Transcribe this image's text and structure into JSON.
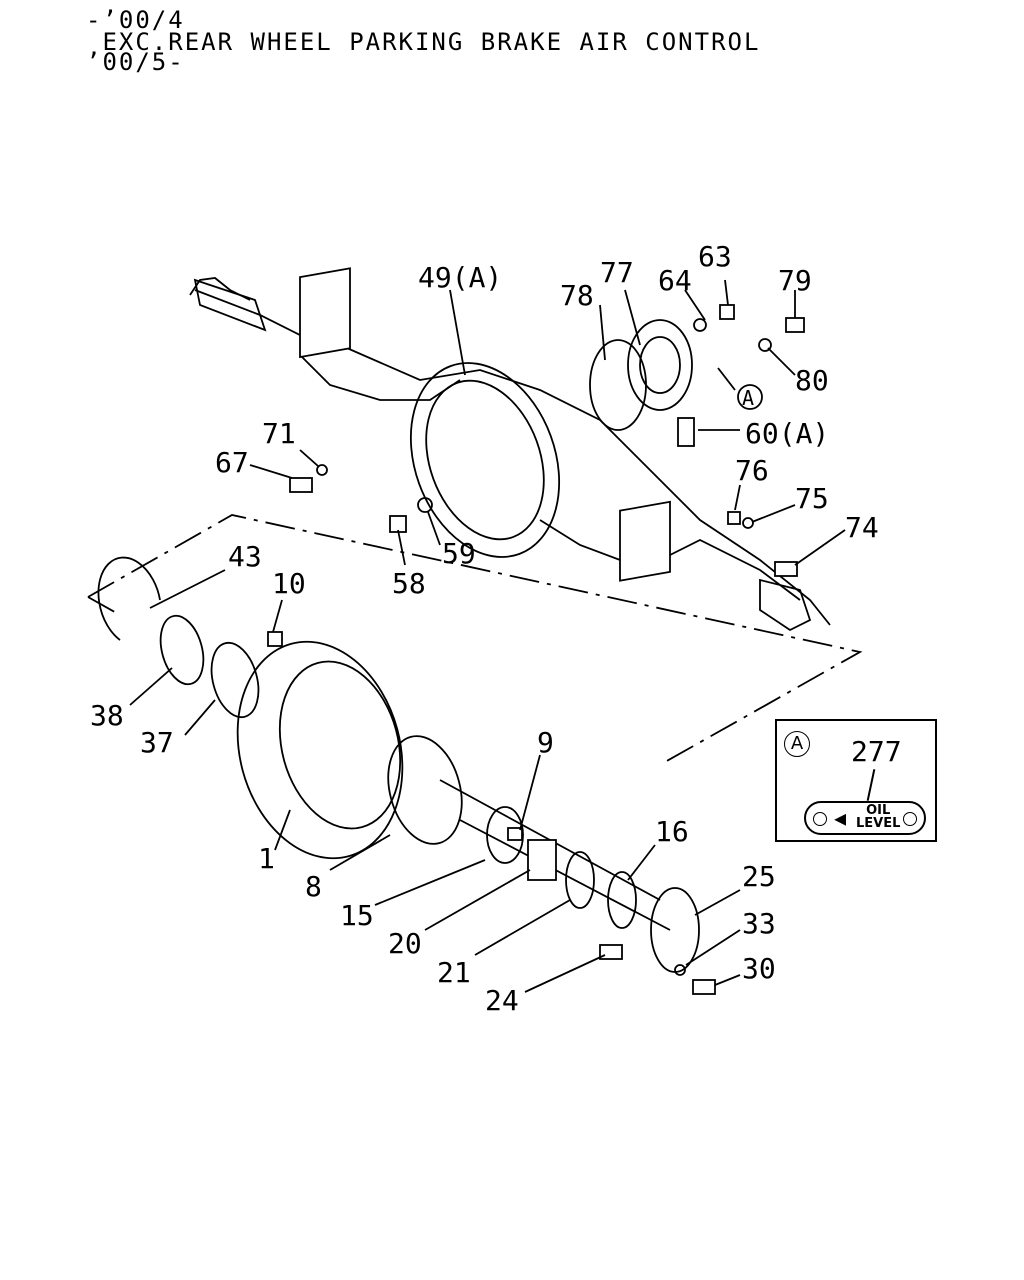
{
  "header": {
    "line1": "-’00/4",
    "line2": " EXC.REAR WHEEL PARKING BRAKE AIR CONTROL",
    "line3": "’00/5-"
  },
  "callouts": [
    "49(A)",
    "78",
    "77",
    "64",
    "63",
    "79",
    "80",
    "A",
    "60(A)",
    "71",
    "67",
    "76",
    "75",
    "74",
    "59",
    "58",
    "43",
    "10",
    "38",
    "37",
    "9",
    "1",
    "8",
    "15",
    "20",
    "16",
    "25",
    "33",
    "30",
    "21",
    "24"
  ],
  "inset": {
    "marker": "A",
    "part_number": "277",
    "label_line1": "OIL",
    "label_line2": "LEVEL",
    "arrow": "◀"
  }
}
